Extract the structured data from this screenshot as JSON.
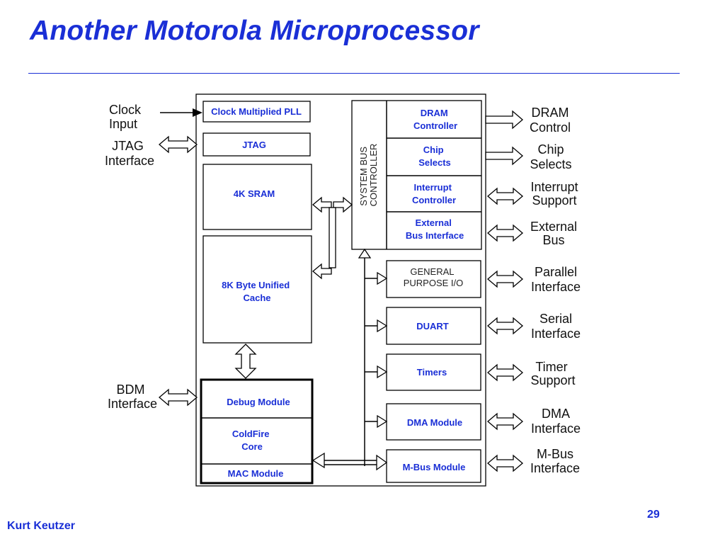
{
  "slide": {
    "title": "Another Motorola Microprocessor",
    "author": "Kurt Keutzer",
    "page_number": "29"
  },
  "diagram": {
    "left_labels": {
      "clock": [
        "Clock",
        "Input"
      ],
      "jtag": [
        "JTAG",
        "Interface"
      ],
      "bdm": [
        "BDM",
        "Interface"
      ]
    },
    "blocks": {
      "pll": [
        "Clock Multiplied PLL"
      ],
      "jtag": [
        "JTAG"
      ],
      "sram": [
        "4K SRAM"
      ],
      "cache": [
        "8K Byte Unified",
        "Cache"
      ],
      "debug": [
        "Debug Module"
      ],
      "coldfire": [
        "ColdFire",
        "Core"
      ],
      "mac": [
        "MAC Module"
      ],
      "sysbus": [
        "SYSTEM BUS",
        "CONTROLLER"
      ],
      "dram_ctrl": [
        "DRAM",
        "Controller"
      ],
      "chip_sel": [
        "Chip",
        "Selects"
      ],
      "int_ctrl": [
        "Interrupt",
        "Controller"
      ],
      "ext_bus_if": [
        "External",
        "Bus Interface"
      ],
      "gpio": [
        "GENERAL",
        "PURPOSE I/O"
      ],
      "duart": [
        "DUART"
      ],
      "timers": [
        "Timers"
      ],
      "dma": [
        "DMA Module"
      ],
      "mbus": [
        "M-Bus Module"
      ]
    },
    "right_labels": {
      "dram": [
        "DRAM",
        "Control"
      ],
      "chip": [
        "Chip",
        "Selects"
      ],
      "interrupt": [
        "Interrupt",
        "Support"
      ],
      "external": [
        "External",
        "Bus"
      ],
      "parallel": [
        "Parallel",
        "Interface"
      ],
      "serial": [
        "Serial",
        "Interface"
      ],
      "timer": [
        "Timer",
        "Support"
      ],
      "dma": [
        "DMA",
        "Interface"
      ],
      "mbus": [
        "M-Bus",
        "Interface"
      ]
    }
  }
}
